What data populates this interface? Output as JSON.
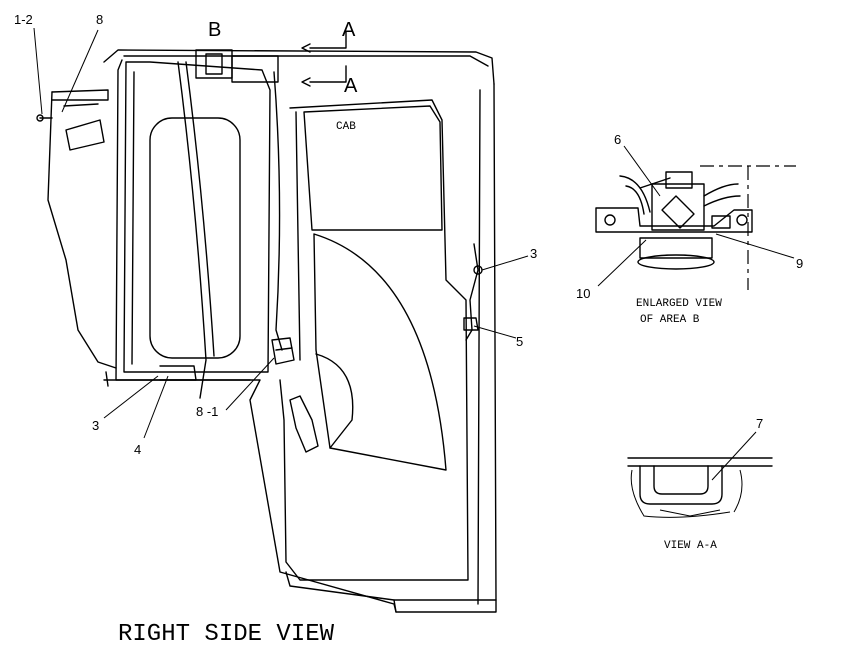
{
  "title": "RIGHT SIDE VIEW",
  "cab_label": "CAB",
  "section_marker": "A",
  "area_marker": "B",
  "enlarged_caption": [
    "ENLARGED VIEW",
    "OF AREA B"
  ],
  "section_caption": "VIEW A-A",
  "callouts": {
    "c1_2": "1-2",
    "c8_top": "8",
    "c3_right": "3",
    "c5": "5",
    "c3_left": "3",
    "c4": "4",
    "c8_1": "8 -1",
    "c6": "6",
    "c9": "9",
    "c10": "10",
    "c7": "7"
  }
}
